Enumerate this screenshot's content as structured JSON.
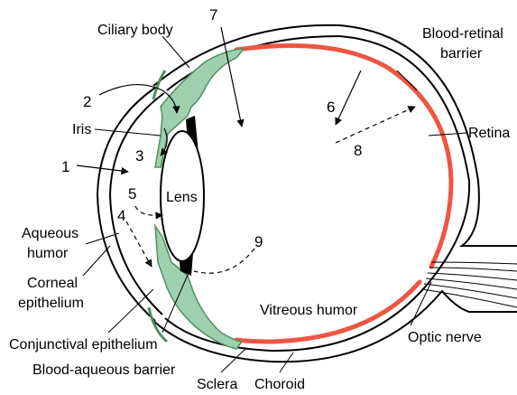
{
  "labels": {
    "ciliary_body": "Ciliary body",
    "blood_retinal_barrier_1": "Blood-retinal",
    "blood_retinal_barrier_2": "barrier",
    "iris": "Iris",
    "retina": "Retina",
    "lens": "Lens",
    "aqueous_humor_1": "Aqueous",
    "aqueous_humor_2": "humor",
    "corneal_epithelium_1": "Corneal",
    "corneal_epithelium_2": "epithelium",
    "conjunctival_epithelium": "Conjunctival epithelium",
    "blood_aqueous_barrier": "Blood-aqueous barrier",
    "vitreous_humor": "Vitreous humor",
    "optic_nerve": "Optic nerve",
    "sclera": "Sclera",
    "choroid": "Choroid"
  },
  "route_numbers": {
    "n1": "1",
    "n2": "2",
    "n3": "3",
    "n4": "4",
    "n5": "5",
    "n6": "6",
    "n7": "7",
    "n8": "8",
    "n9": "9"
  },
  "colors": {
    "tissue_green": "#9fd0ad",
    "tissue_green_stroke": "#4f8f62",
    "choroid_red": "#ee5544",
    "outline": "#000000"
  }
}
